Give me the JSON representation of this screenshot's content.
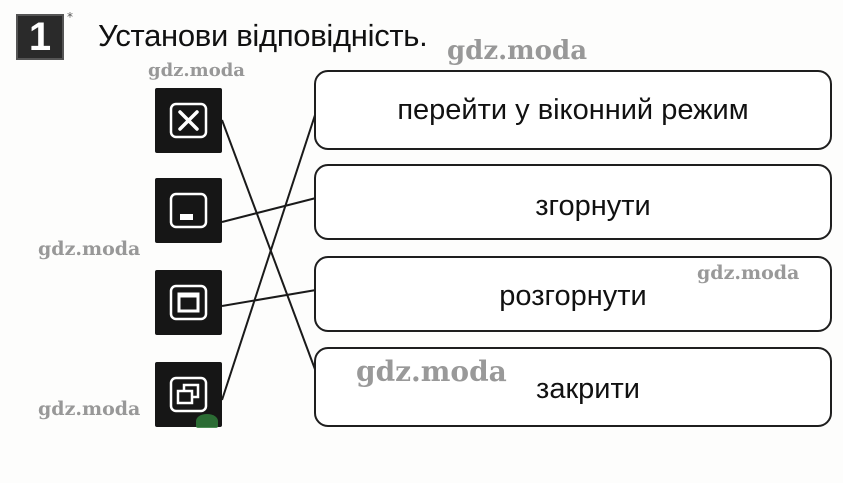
{
  "task": {
    "number": "1",
    "star": "*",
    "title": "Установи відповідність."
  },
  "watermark": {
    "text": "gdz.moda"
  },
  "icons": [
    {
      "name": "close-icon"
    },
    {
      "name": "minimize-icon"
    },
    {
      "name": "maximize-icon"
    },
    {
      "name": "restore-icon"
    }
  ],
  "options": [
    {
      "label": "перейти у віконний режим"
    },
    {
      "label": "згорнути"
    },
    {
      "label": "розгорнути"
    },
    {
      "label": "закрити"
    }
  ],
  "matches": [
    {
      "icon": "close-icon",
      "option": "закрити"
    },
    {
      "icon": "minimize-icon",
      "option": "згорнути"
    },
    {
      "icon": "maximize-icon",
      "option": "розгорнути"
    },
    {
      "icon": "restore-icon",
      "option": "перейти у віконний режим"
    }
  ],
  "colors": {
    "icon_background": "#161616",
    "icon_stroke": "#ffffff",
    "line": "#1a1a1a",
    "watermark": "#8e8e8e"
  }
}
